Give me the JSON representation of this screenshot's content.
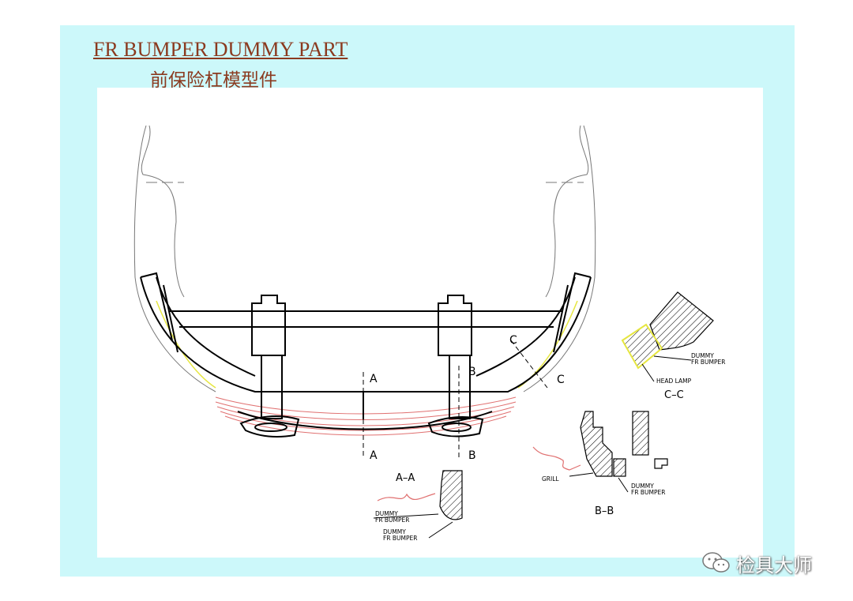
{
  "title": {
    "english": "FR BUMPER DUMMY PART",
    "chinese": "前保险杠模型件"
  },
  "labels": {
    "section_a": "A",
    "section_b": "B",
    "section_c": "C",
    "aa_title": "A–A",
    "bb_title": "B–B",
    "cc_title": "C–C",
    "dummy": "DUMMY",
    "fr_bumper": "FR  BUMPER",
    "head_lamp": "HEAD  LAMP",
    "grill": "GRILL"
  },
  "watermark": {
    "text": "检具大师",
    "icon": "wechat-icon"
  },
  "colors": {
    "slide_bg": "#ccf8fa",
    "title": "#8b3a1f",
    "bumper_red": "#e07070",
    "lamp_yellow": "#e6e640"
  }
}
